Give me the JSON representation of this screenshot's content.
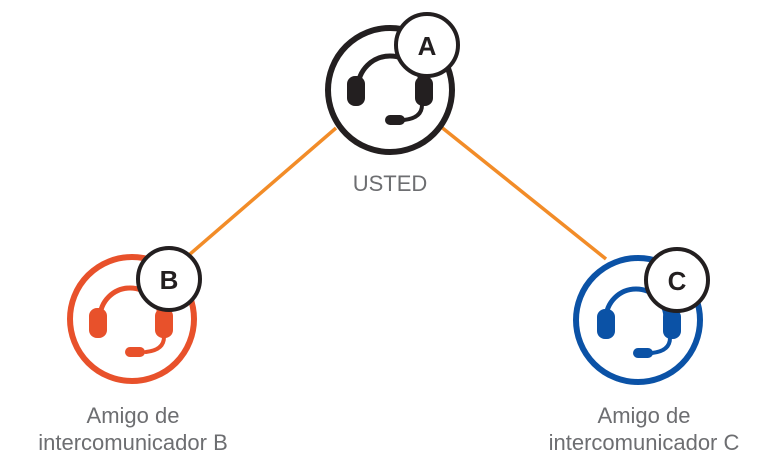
{
  "colors": {
    "connector": "#f28c28",
    "you": "#231f20",
    "friend_b": "#e8512b",
    "friend_c": "#0b52a6",
    "caption": "#6d6e71"
  },
  "nodes": {
    "you": {
      "badge": "A",
      "label": "USTED",
      "icon": "headset-icon"
    },
    "friend_b": {
      "badge": "B",
      "label_line1": "Amigo de",
      "label_line2": "intercomunicador B",
      "icon": "headset-icon"
    },
    "friend_c": {
      "badge": "C",
      "label_line1": "Amigo de",
      "label_line2": "intercomunicador C",
      "icon": "headset-icon"
    }
  },
  "connections": [
    {
      "from": "A",
      "to": "B"
    },
    {
      "from": "A",
      "to": "C"
    }
  ]
}
